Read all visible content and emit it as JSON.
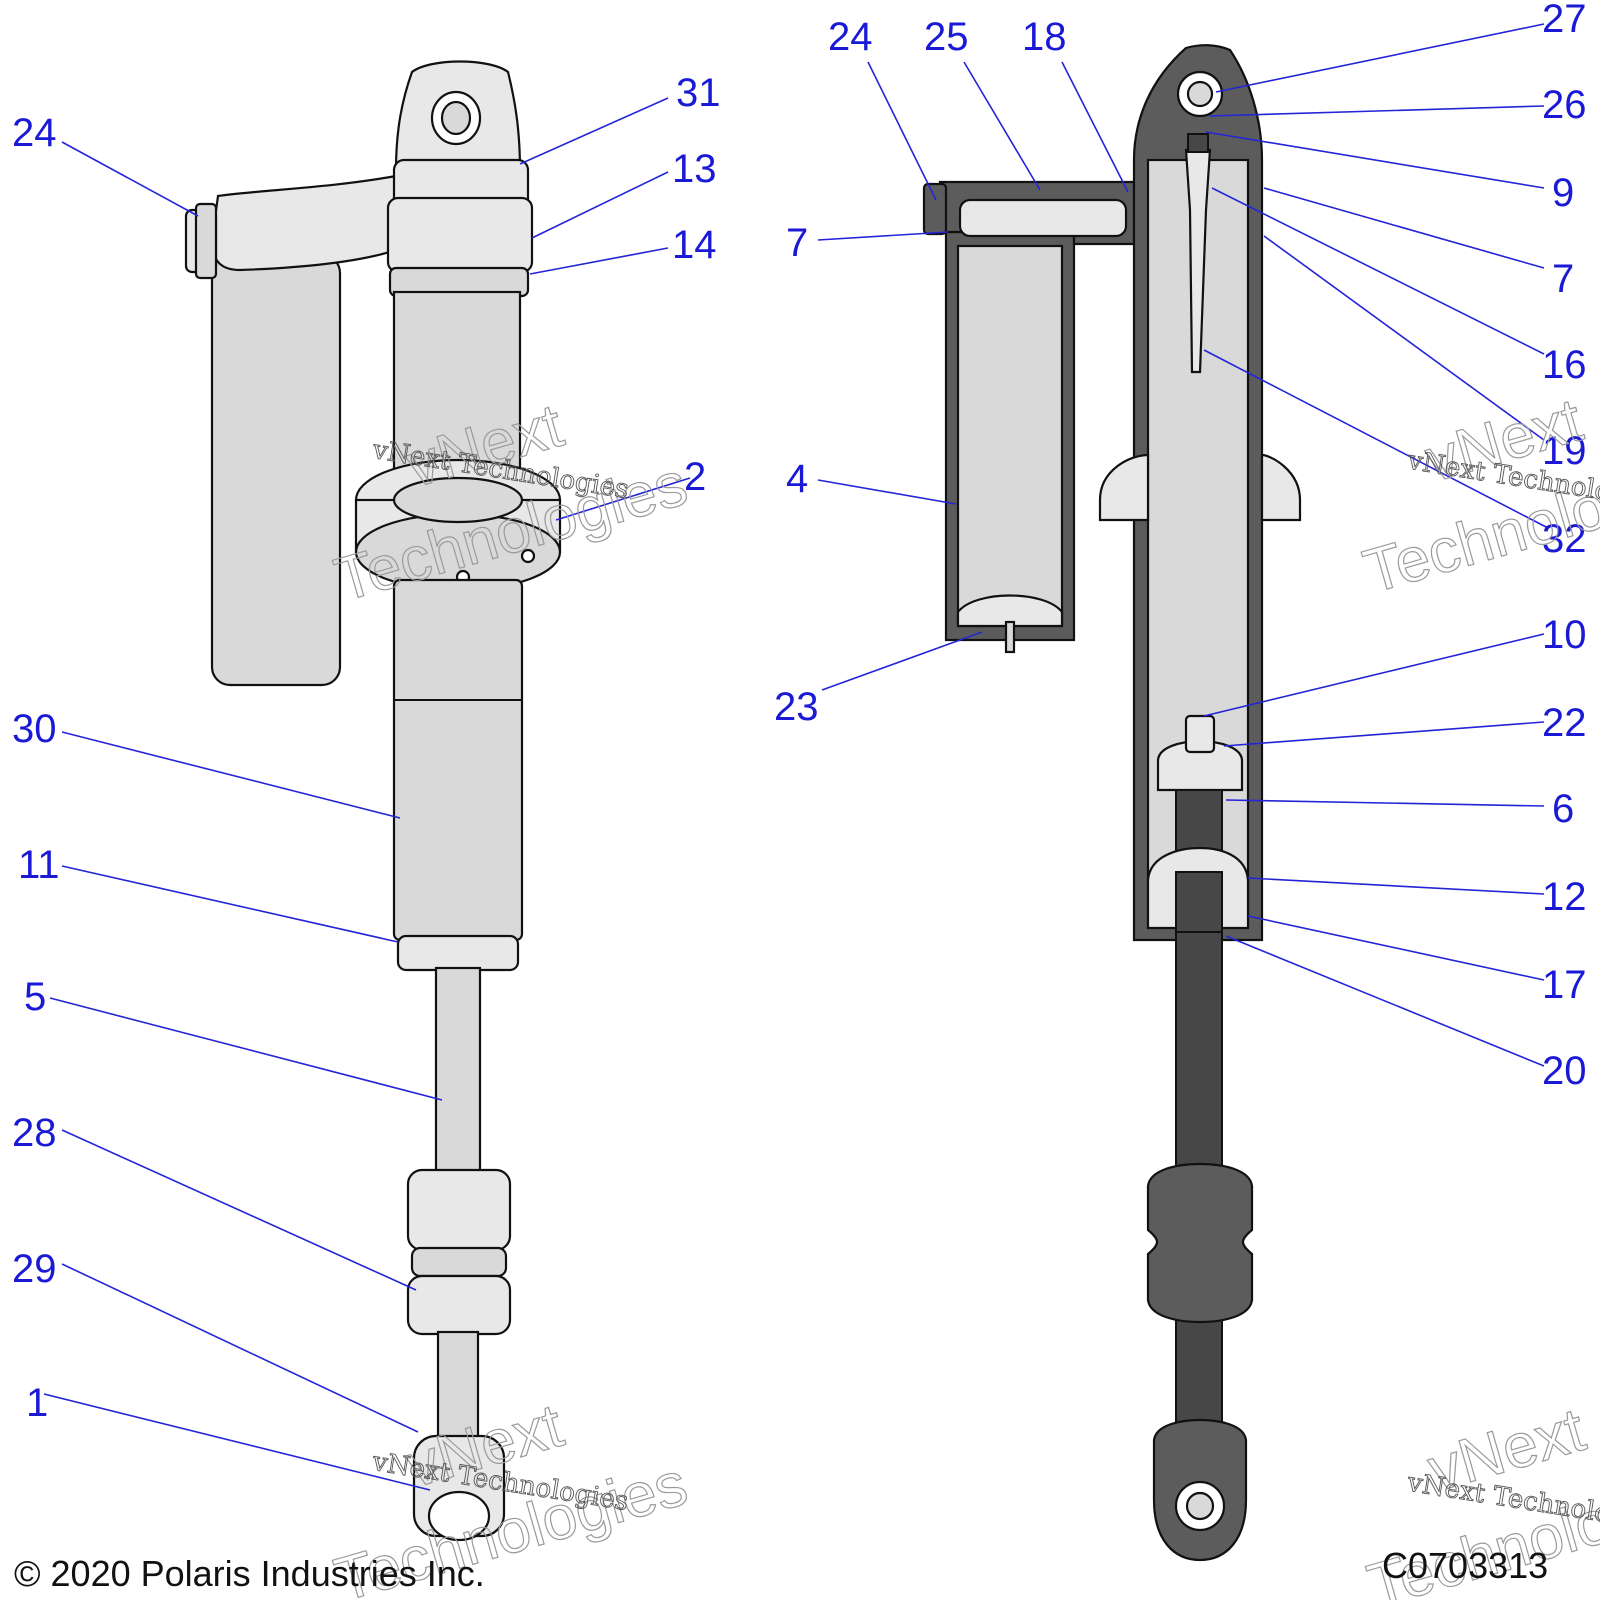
{
  "callouts_left": [
    {
      "id": "c24a",
      "label": "24"
    },
    {
      "id": "c31",
      "label": "31"
    },
    {
      "id": "c13",
      "label": "13"
    },
    {
      "id": "c14",
      "label": "14"
    },
    {
      "id": "c2",
      "label": "2"
    },
    {
      "id": "c30",
      "label": "30"
    },
    {
      "id": "c11",
      "label": "11"
    },
    {
      "id": "c5",
      "label": "5"
    },
    {
      "id": "c28",
      "label": "28"
    },
    {
      "id": "c29",
      "label": "29"
    },
    {
      "id": "c1",
      "label": "1"
    }
  ],
  "callouts_right": [
    {
      "id": "c24b",
      "label": "24"
    },
    {
      "id": "c25",
      "label": "25"
    },
    {
      "id": "c18",
      "label": "18"
    },
    {
      "id": "c27",
      "label": "27"
    },
    {
      "id": "c26",
      "label": "26"
    },
    {
      "id": "c9",
      "label": "9"
    },
    {
      "id": "c7a",
      "label": "7"
    },
    {
      "id": "c7b",
      "label": "7"
    },
    {
      "id": "c16",
      "label": "16"
    },
    {
      "id": "c19",
      "label": "19"
    },
    {
      "id": "c4",
      "label": "4"
    },
    {
      "id": "c32",
      "label": "32"
    },
    {
      "id": "c23",
      "label": "23"
    },
    {
      "id": "c10",
      "label": "10"
    },
    {
      "id": "c22",
      "label": "22"
    },
    {
      "id": "c6",
      "label": "6"
    },
    {
      "id": "c12",
      "label": "12"
    },
    {
      "id": "c17",
      "label": "17"
    },
    {
      "id": "c20",
      "label": "20"
    }
  ],
  "watermark": {
    "line1": "vNext",
    "line2": "vNext Technologies",
    "line3": "Technologies"
  },
  "footer": {
    "copyright": "© 2020 Polaris Industries Inc.",
    "figure_code": "C0703313"
  },
  "colors": {
    "callout": "#1a1ad6",
    "part_fill": "#d9d9d9",
    "section_fill": "#5c5c5c"
  }
}
